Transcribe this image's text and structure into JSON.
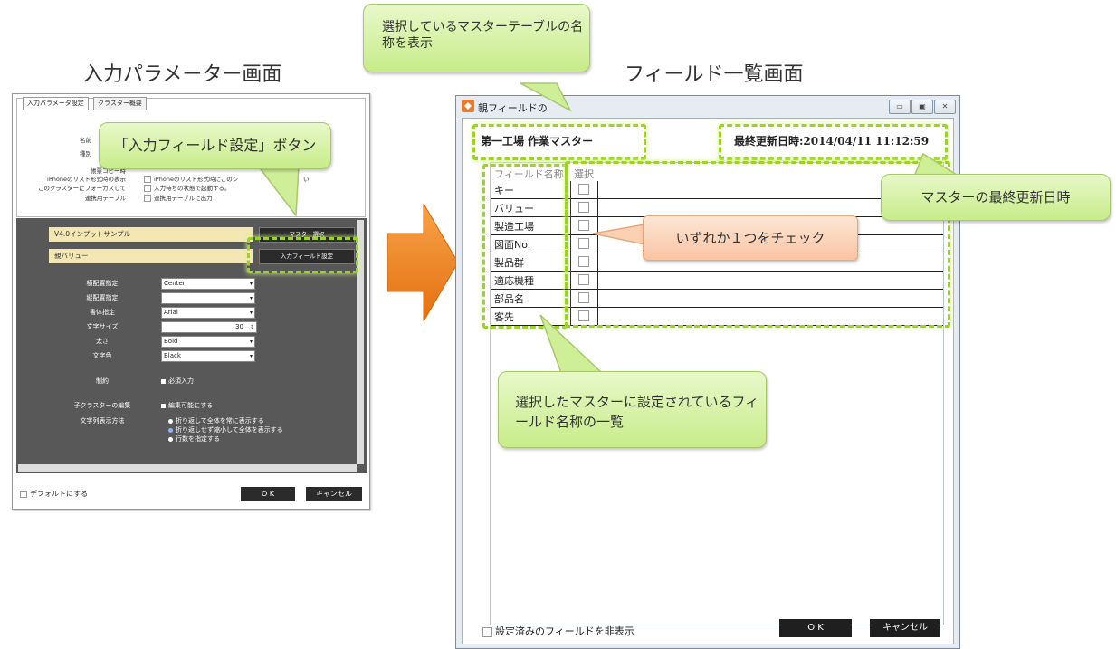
{
  "headings": {
    "left_title": "入力パラメーター画面",
    "right_title": "フィールド一覧画面"
  },
  "left_window": {
    "tabs": [
      "入力パラメータ設定",
      "クラスター概要"
    ],
    "fields": [
      {
        "label": "名前"
      },
      {
        "label": "種別"
      },
      {
        "label": "帳票コピー時"
      },
      {
        "label": "iPhoneのリスト形式時の表示",
        "value": "iPhoneのリスト形式時にこのシ"
      },
      {
        "label": "このクラスターにフォーカスして",
        "value": "入力待ちの状態で起動する。"
      },
      {
        "label": "連携用テーブル",
        "value": "連携用テーブルに出力"
      }
    ],
    "partial_text": "い",
    "panel": {
      "bar1": "V4.0インプットサンプル",
      "bar2": "親バリュー",
      "master_select": "マスター選択",
      "input_field_setting": "入力フィールド設定",
      "props": [
        {
          "label": "横配置指定",
          "value": "Center"
        },
        {
          "label": "縦配置指定",
          "value": ""
        },
        {
          "label": "書体指定",
          "value": "Arial"
        },
        {
          "label": "文字サイズ",
          "value": "30"
        },
        {
          "label": "太さ",
          "value": "Bold"
        },
        {
          "label": "文字色",
          "value": "Black"
        }
      ],
      "constraint_label": "制約",
      "constraint_value": "必須入力",
      "child_edit_label": "子クラスターの編集",
      "child_edit_value": "編集可能にする",
      "wrap_label": "文字列表示方法",
      "wrap_options": [
        "折り返して全体を常に表示する",
        "折り返しせず縮小して全体を表示する",
        "行数を指定する"
      ]
    },
    "default_label": "デフォルトにする",
    "ok": "O K",
    "cancel": "キャンセル"
  },
  "right_window": {
    "title": "親フィールドの",
    "master_name": "第一工場 作業マスター",
    "last_update": "最終更新日時:2014/04/11 11:12:59",
    "header_field": "フィールド名称",
    "header_select": "選択",
    "rows": [
      "キー",
      "バリュー",
      "製造工場",
      "図面No.",
      "製品群",
      "適応機種",
      "部品名",
      "客先"
    ],
    "hide_set_label": "設定済みのフィールドを非表示",
    "ok": "O K",
    "cancel": "キャンセル"
  },
  "callouts": {
    "input_field_button": "「入力フィールド設定」ボタン",
    "master_table_name": "選択しているマスターテーブルの名称を表示",
    "last_update": "マスターの最終更新日時",
    "check_one": "いずれか１つをチェック",
    "field_list": "選択したマスターに設定されているフィールド名称の一覧"
  },
  "colors": {
    "callout_green": "#d6f2a6",
    "callout_orange": "#fbd2b8",
    "arrow_orange": "#f0821e",
    "dash_green": "#9bd424"
  }
}
